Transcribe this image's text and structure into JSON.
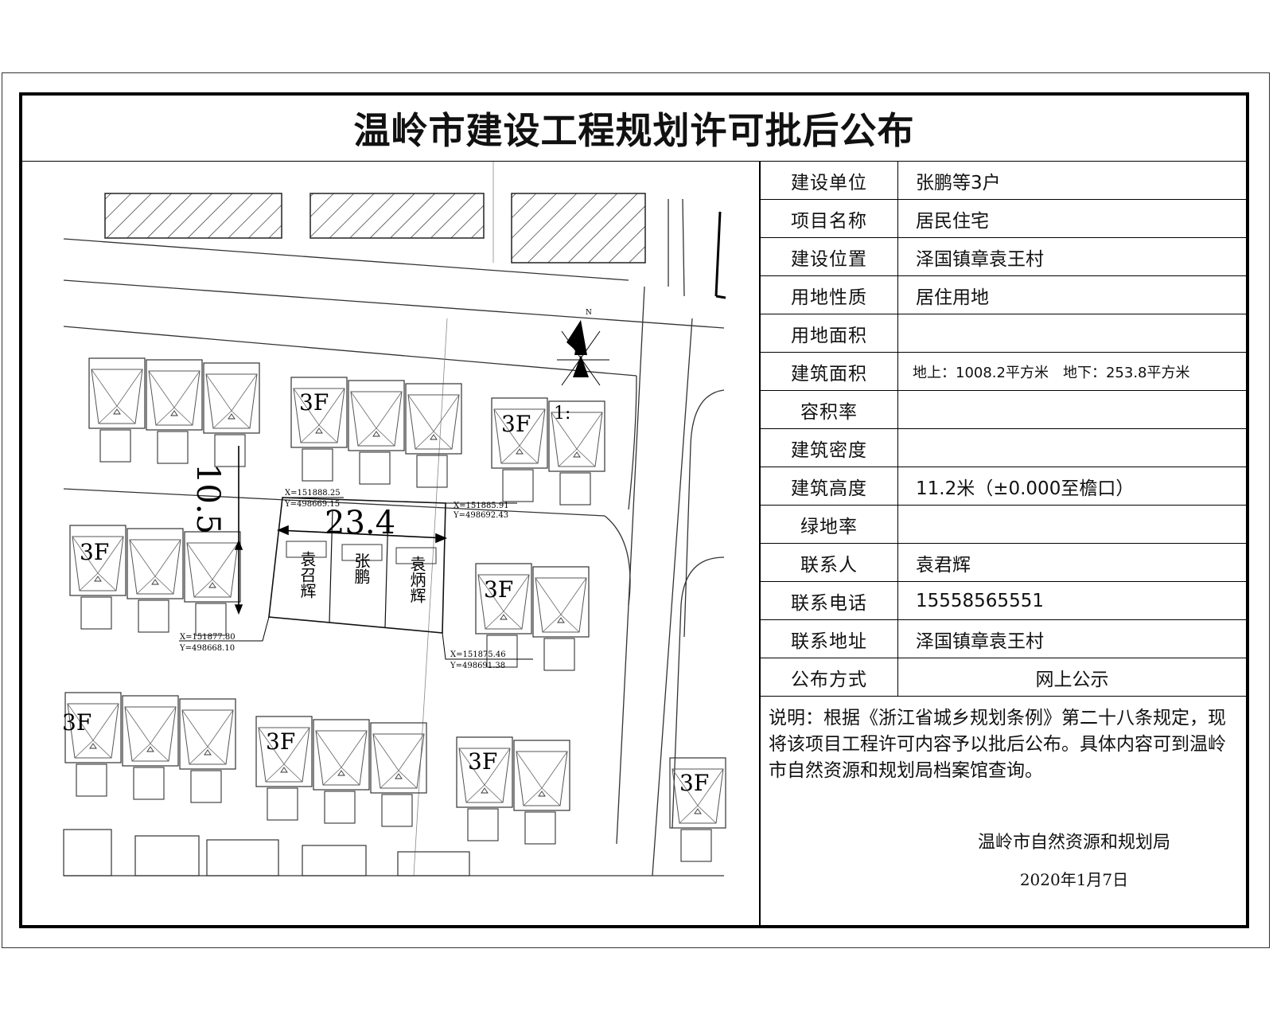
{
  "title": "温岭市建设工程规划许可批后公布",
  "rows": [
    {
      "label": "建设单位",
      "value": "张鹏等3户"
    },
    {
      "label": "项目名称",
      "value": "居民住宅"
    },
    {
      "label": "建设位置",
      "value": "泽国镇章袁王村"
    },
    {
      "label": "用地性质",
      "value": "居住用地"
    },
    {
      "label": "用地面积",
      "value": ""
    },
    {
      "label": "建筑面积",
      "value": "地上：1008.2平方米　地下：253.8平方米"
    },
    {
      "label": "容积率",
      "value": ""
    },
    {
      "label": "建筑密度",
      "value": ""
    },
    {
      "label": "建筑高度",
      "value": "11.2米（±0.000至檐口）"
    },
    {
      "label": "绿地率",
      "value": ""
    },
    {
      "label": "联系人",
      "value": "袁君辉"
    },
    {
      "label": "联系电话",
      "value": "15558565551"
    },
    {
      "label": "联系地址",
      "value": "泽国镇章袁王村"
    },
    {
      "label": "公布方式",
      "value": "网上公示"
    }
  ],
  "note": {
    "head": "说明：",
    "body": "根据《浙江省城乡规划条例》第二十八条规定，现将该项目工程许可内容予以批后公布。具体内容可到温岭市自然资源和规划局档案馆查询。"
  },
  "signature": "温岭市自然资源和规划局",
  "date": "2020年1月7日",
  "plan": {
    "floor_label": "3F",
    "dim_width": "23.4",
    "dim_depth": "10.5",
    "north": "N",
    "marker": "1:",
    "owners": [
      "袁召辉",
      "张鹏",
      "袁炳辉"
    ],
    "coords": [
      {
        "x": "X=151888.25",
        "y": "Y=498669.15"
      },
      {
        "x": "X=151885.91",
        "y": "Y=498692.43"
      },
      {
        "x": "X=151877.80",
        "y": "Y=498668.10"
      },
      {
        "x": "X=151875.46",
        "y": "Y=498691.38"
      }
    ]
  }
}
